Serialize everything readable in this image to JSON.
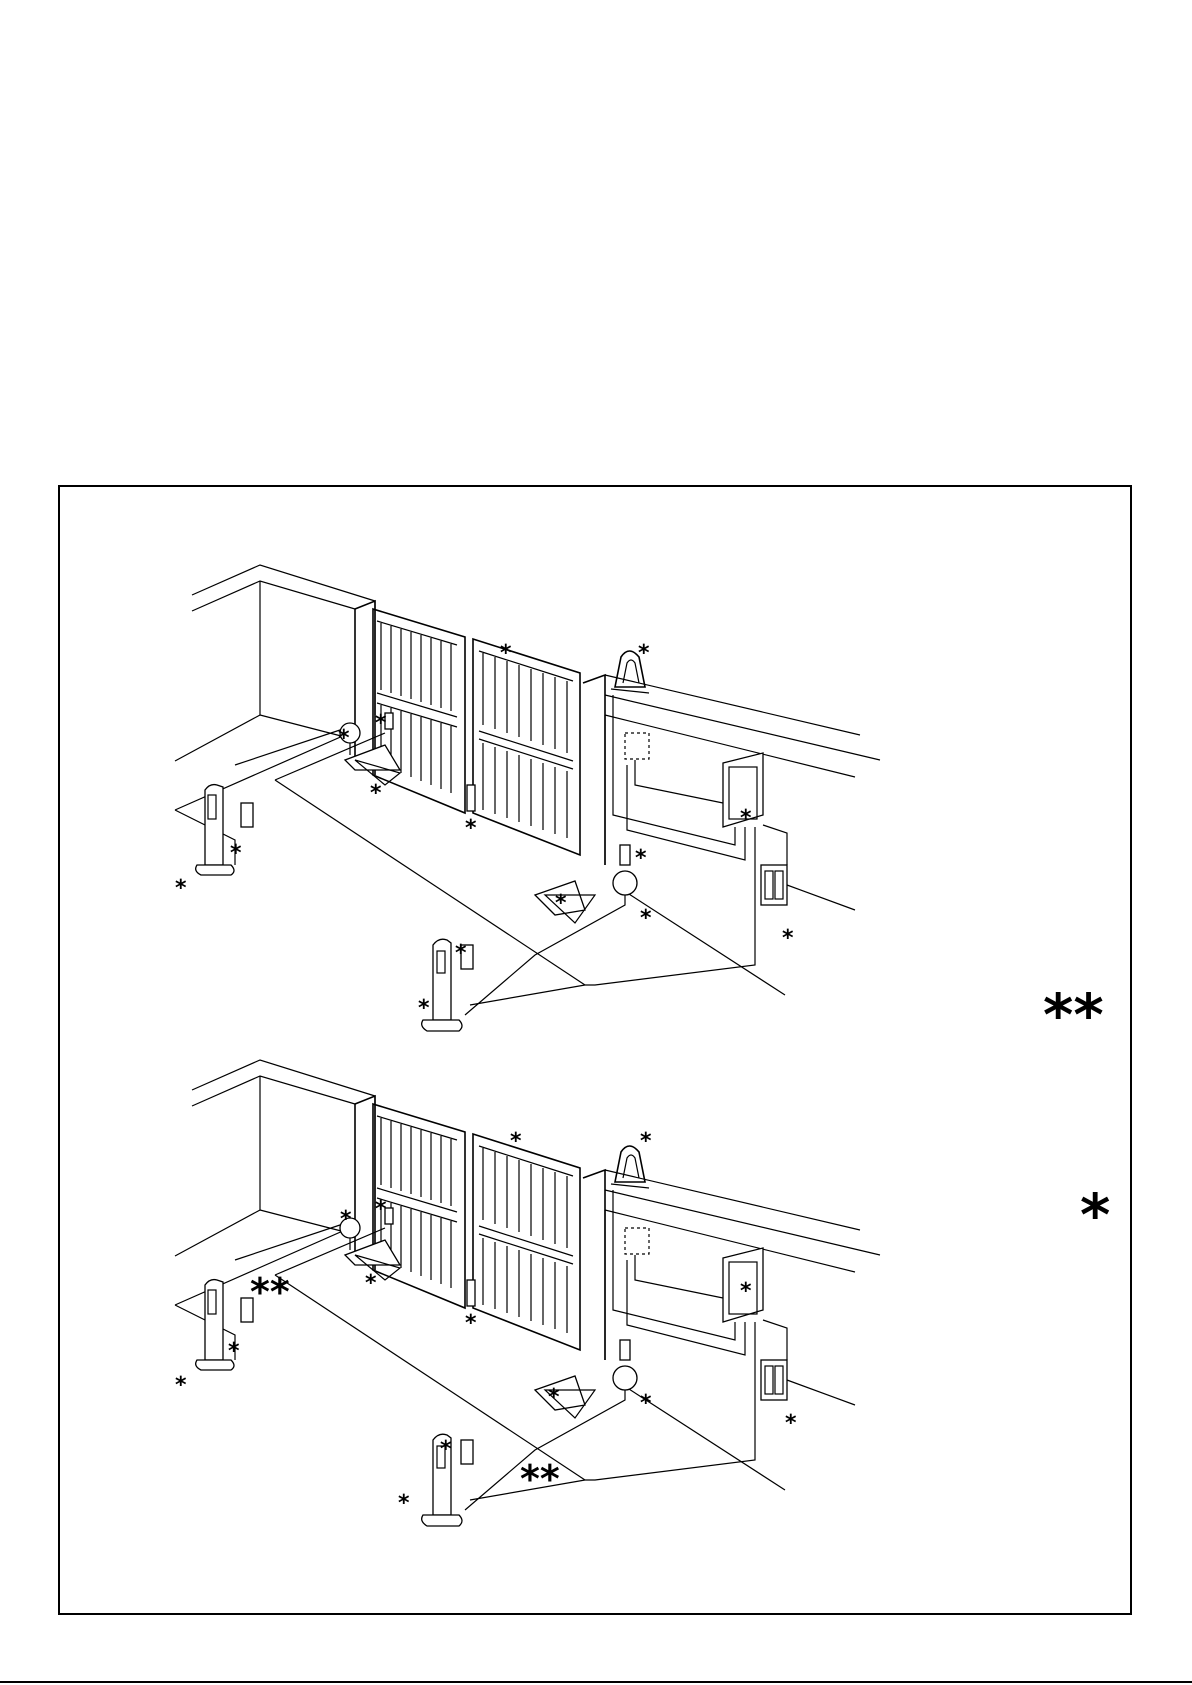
{
  "legend": {
    "double_asterisk": "**",
    "single_asterisk": "*"
  },
  "diagram_marker": "*",
  "cable_marker": "**",
  "footer": "",
  "colors": {
    "ink": "#000000",
    "paper": "#ffffff"
  },
  "icons": [
    "gate-leaf",
    "flashing-light",
    "control-unit",
    "key-selector",
    "photocell-column",
    "photocell",
    "motor-arm",
    "antenna",
    "radio-receiver"
  ]
}
